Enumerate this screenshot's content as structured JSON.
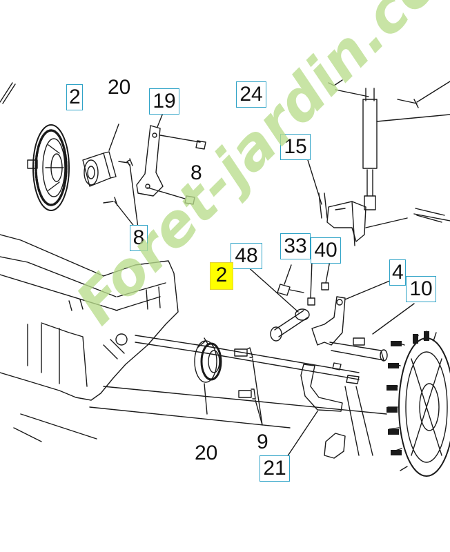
{
  "diagram": {
    "callouts": [
      {
        "id": "c2_top",
        "text": "2"
      },
      {
        "id": "c19",
        "text": "19"
      },
      {
        "id": "c24",
        "text": "24"
      },
      {
        "id": "c15",
        "text": "15"
      },
      {
        "id": "c8",
        "text": "8"
      },
      {
        "id": "c33",
        "text": "33"
      },
      {
        "id": "c40",
        "text": "40"
      },
      {
        "id": "c48",
        "text": "48"
      },
      {
        "id": "c2_hl",
        "text": "2"
      },
      {
        "id": "c4",
        "text": "4"
      },
      {
        "id": "c10",
        "text": "10"
      },
      {
        "id": "c21",
        "text": "21"
      }
    ],
    "plain_labels": [
      {
        "id": "p20_top",
        "text": "20"
      },
      {
        "id": "p8_mid",
        "text": "8"
      },
      {
        "id": "p20_bot",
        "text": "20"
      },
      {
        "id": "p9",
        "text": "9"
      }
    ],
    "highlight_color": "#ffff00",
    "callout_border_color": "#2fa3c7",
    "watermark": "Foret-jardin.com"
  }
}
